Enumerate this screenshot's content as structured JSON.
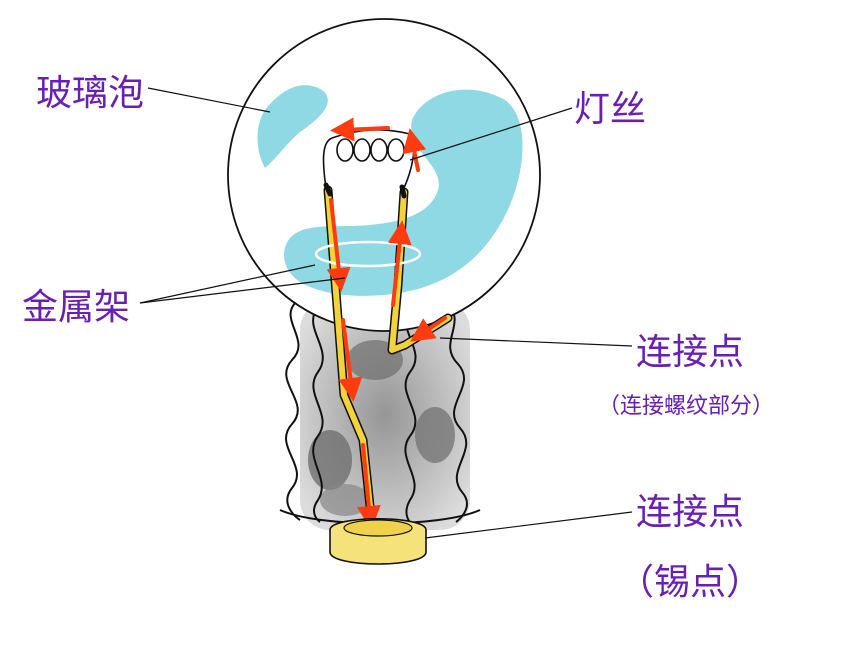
{
  "labels": {
    "glass_bulb": "玻璃泡",
    "filament": "灯丝",
    "metal_frame": "金属架",
    "contact_thread": "连接点",
    "contact_thread_note": "（连接螺纹部分）",
    "contact_solder": "连接点",
    "contact_solder_note": "（锡点）"
  },
  "colors": {
    "label": "#6a1fb3",
    "glass_highlight": "#8fd9e4",
    "wire_yellow": "#f2d43a",
    "current_arrow": "#ff3b10",
    "solder": "#f5e27a",
    "thread_gray": "#b5b5b5"
  }
}
